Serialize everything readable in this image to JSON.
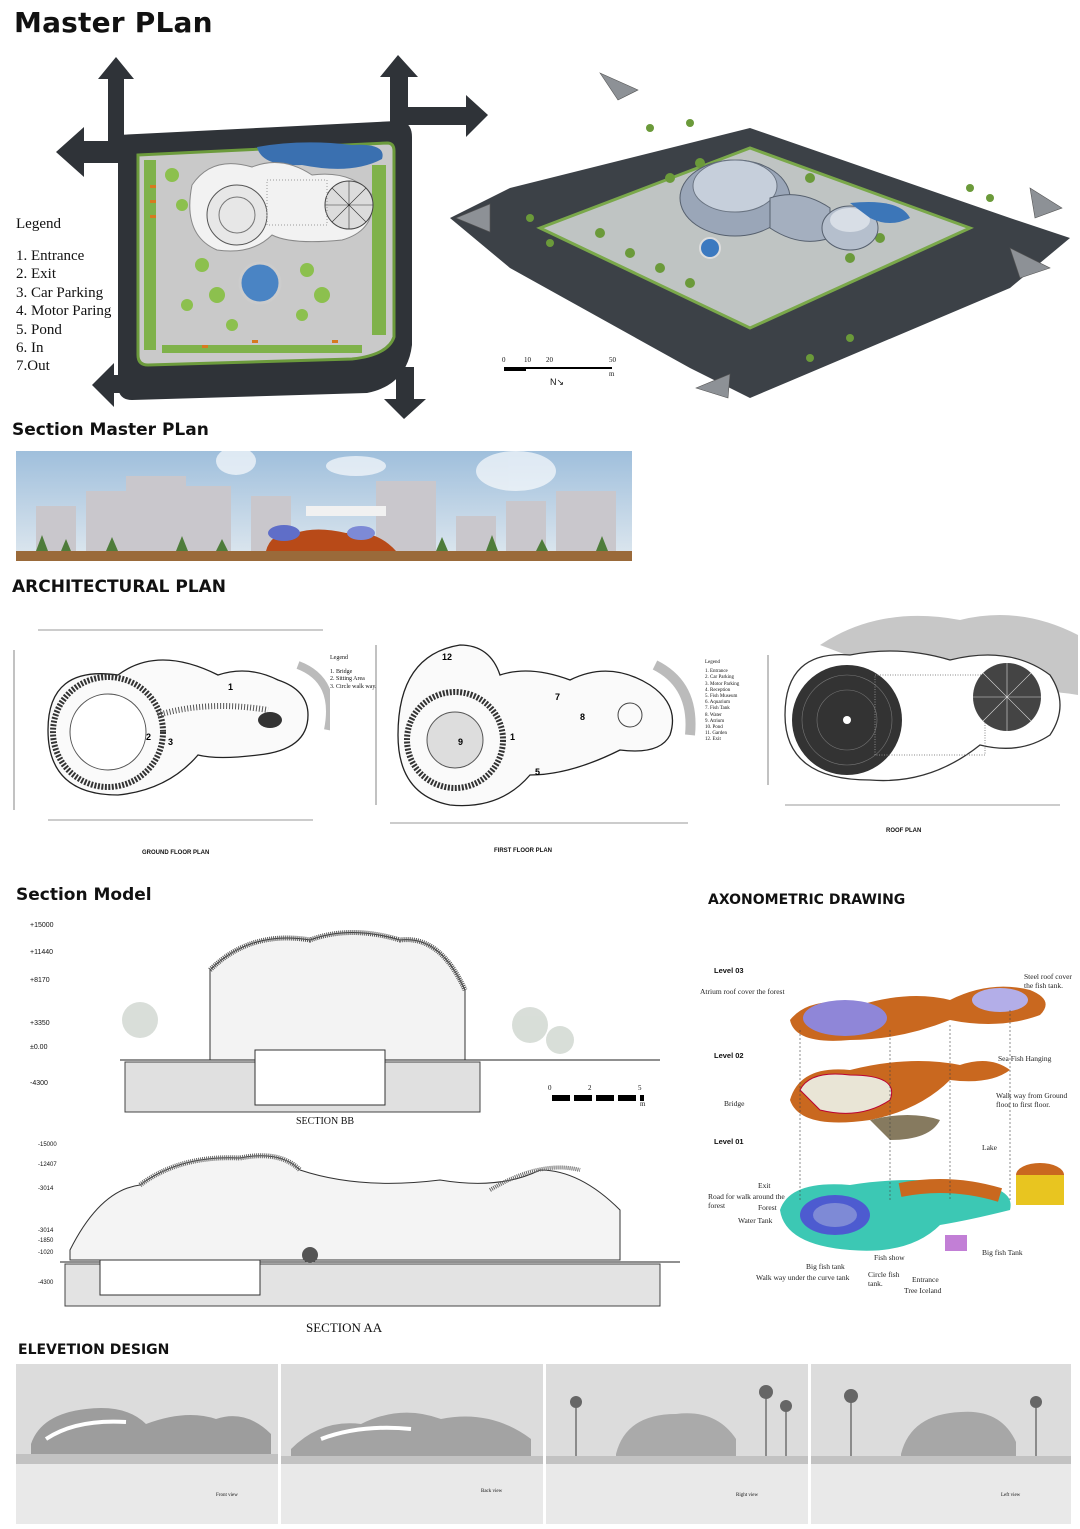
{
  "master_plan": {
    "title": "Master PLan",
    "legend_title": "Legend",
    "legend_items": [
      "1. Entrance",
      "2. Exit",
      "3. Car Parking",
      "4. Motor Paring",
      "5. Pond",
      "6. In",
      "7.Out"
    ],
    "scale_ticks": [
      "0",
      "10",
      "20",
      "50"
    ],
    "scale_unit": "m",
    "north": "N"
  },
  "section_master": {
    "title": "Section Master PLan"
  },
  "architectural_plan": {
    "title": "ARCHITECTURAL PLAN",
    "ground_floor": {
      "caption": "GROUND FLOOR PLAN",
      "legend_title": "Legend",
      "legend_items": [
        "1. Bridge",
        "2. Sitting Area",
        "3. Circle walk way."
      ]
    },
    "first_floor": {
      "caption": "FIRST FLOOR PLAN",
      "legend_title": "Legend",
      "legend_items": [
        "1. Entrance",
        "2. Car Parking",
        "3. Motor Parking",
        "4. Reception",
        "5. Fish Museum",
        "6. Aquarium",
        "7. Fish Tank",
        "8. Water",
        "9. Atrium",
        "10. Pond",
        "11. Garden",
        "12. Exit"
      ]
    },
    "roof": {
      "caption": "ROOF PLAN"
    }
  },
  "section_model": {
    "title": "Section Model",
    "section_bb": {
      "caption": "SECTION BB",
      "levels": [
        "+15000",
        "+11440",
        "+8170",
        "+3350",
        "±0.00",
        "-4300"
      ],
      "scale": [
        "0",
        "2",
        "5"
      ],
      "unit": "m"
    },
    "section_aa": {
      "caption": "SECTION AA",
      "levels": [
        "-15000",
        "-12407",
        "-3014",
        "-3014",
        "-1850",
        "-1020",
        "-4300"
      ]
    }
  },
  "axonometric": {
    "title": "AXONOMETRIC DRAWING",
    "levels": [
      "Level 03",
      "Level 02",
      "Level 01"
    ],
    "labels": {
      "atrium_roof": "Atrium roof cover the forest",
      "steel_roof": "Steel roof cover the fish tank.",
      "sea_fish": "Sea Fish Hanging",
      "walk_way": "Walk way from Ground floor to first floor.",
      "bridge": "Bridge",
      "lake": "Lake",
      "exit": "Exit",
      "road": "Road for walk around the forest",
      "forest": "Forest",
      "water_tank": "Water Tank",
      "fish_show": "Fish show",
      "big_fish_tank": "Big fish tank",
      "walk_under": "Walk way under the curve tank",
      "circle_fish": "Circle fish tank.",
      "entrance": "Entrance",
      "tree_iceland": "Tree Iceland",
      "big_fish_tank2": "Big fish Tank"
    }
  },
  "elevation": {
    "title": "ELEVETION DESIGN",
    "views": [
      "Front view",
      "Back view",
      "Right view",
      "Left view"
    ]
  },
  "colors": {
    "road": "#33383d",
    "grass": "#7fb24a",
    "sky": "#b8cfe2",
    "orange": "#c9681f",
    "teal": "#3cc8b4",
    "purple": "#8f86d8"
  }
}
